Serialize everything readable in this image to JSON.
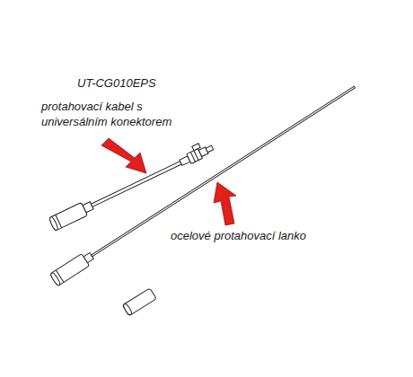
{
  "diagram": {
    "title": "UT-CG010EPS",
    "labels": [
      "protahovací kabel s universálním konektorem",
      "ocelové protahovací lanko"
    ]
  }
}
